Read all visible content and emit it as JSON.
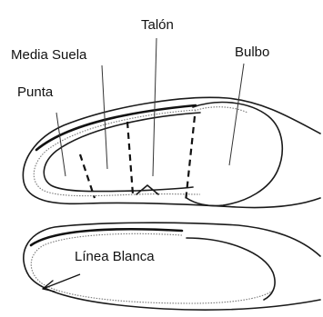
{
  "labels": {
    "talon": "Talón",
    "media_suela": "Media Suela",
    "bulbo": "Bulbo",
    "punta": "Punta",
    "linea_blanca": "Línea Blanca"
  }
}
